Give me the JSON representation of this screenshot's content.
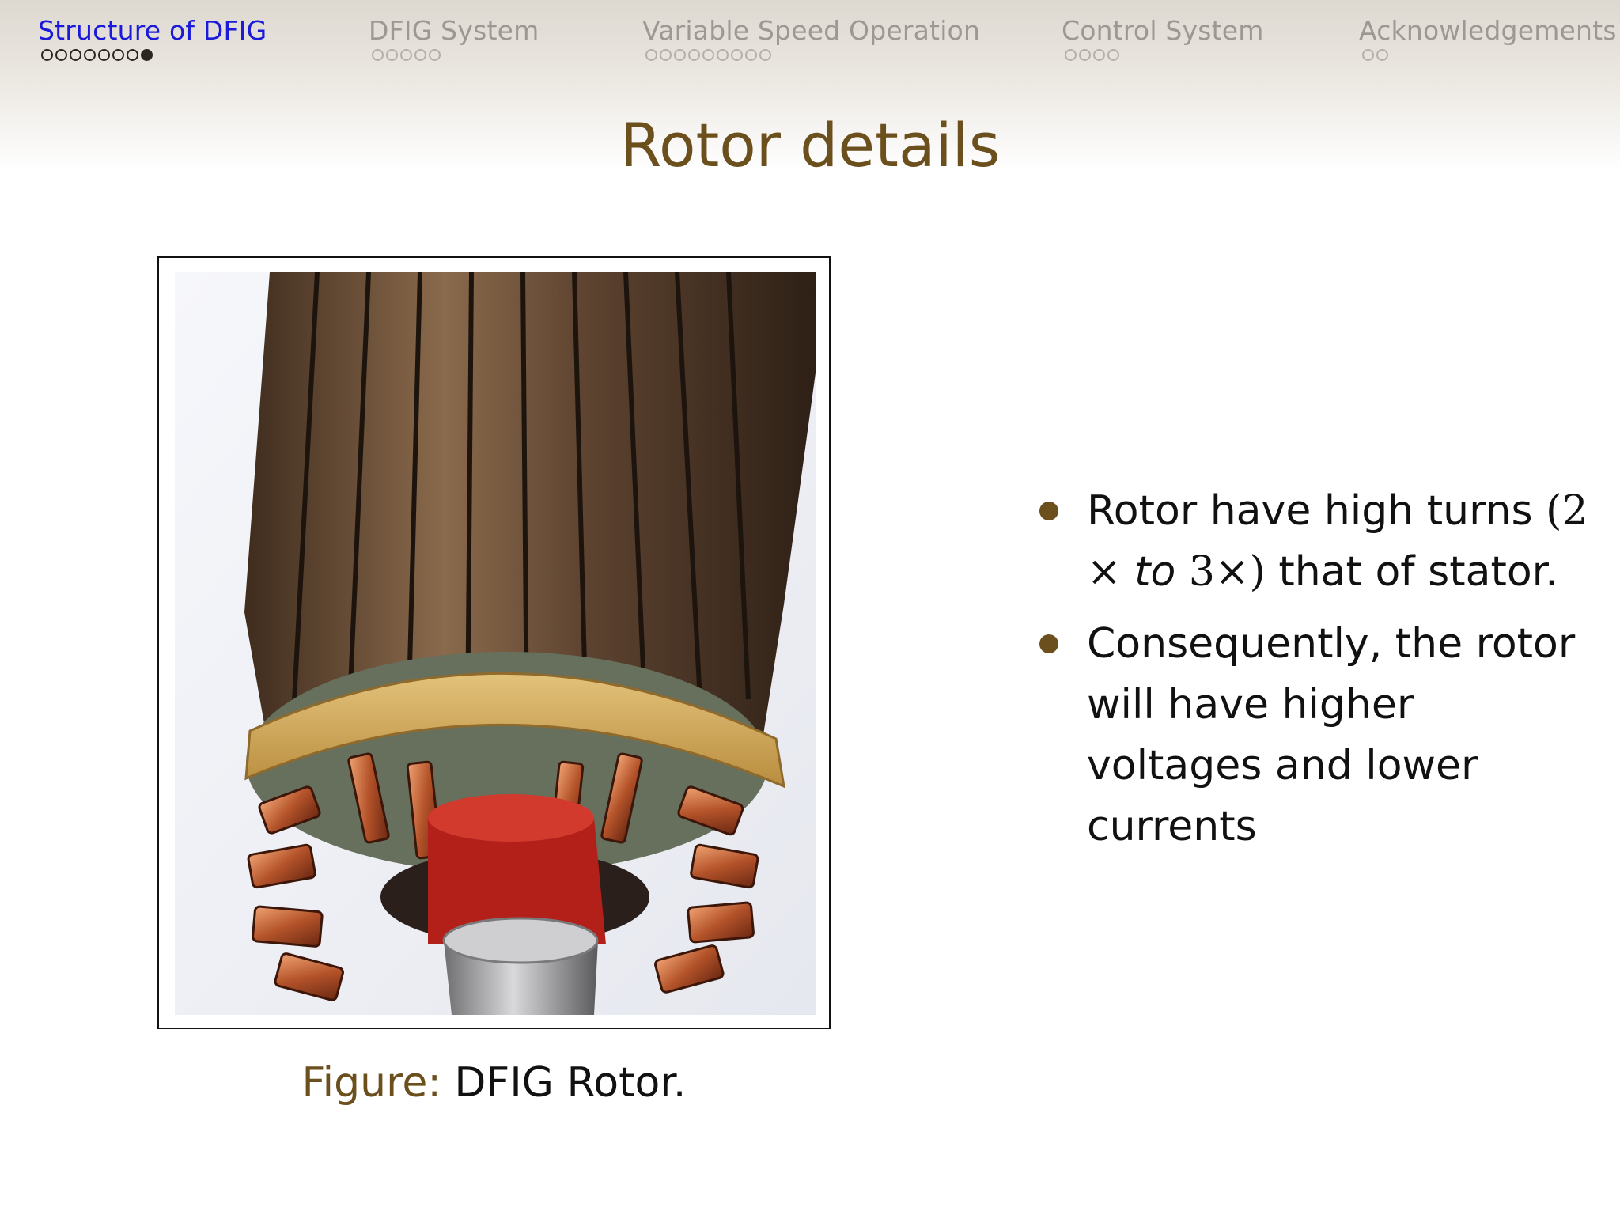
{
  "nav": [
    {
      "label": "Structure of DFIG",
      "dots": 8,
      "current": 8,
      "active": true
    },
    {
      "label": "DFIG System",
      "dots": 5,
      "current": 0,
      "active": false
    },
    {
      "label": "Variable Speed Operation",
      "dots": 9,
      "current": 0,
      "active": false
    },
    {
      "label": "Control System",
      "dots": 4,
      "current": 0,
      "active": false
    },
    {
      "label": "Acknowledgements",
      "dots": 2,
      "current": 0,
      "active": false
    }
  ],
  "slide": {
    "title": "Rotor details",
    "figure": {
      "caption_label": "Figure:",
      "caption_text": "DFIG Rotor."
    },
    "bullets": {
      "b1_line1": "Rotor have high turns",
      "b1_math_open": "(2 × ",
      "b1_math_to": "to",
      "b1_math_close": " 3×)",
      "b1_rest": " that of stator.",
      "b2": "Consequently, the rotor will have higher voltages and lower currents"
    }
  },
  "colors": {
    "structure_accent": "#6b4f1d",
    "nav_active": "#1a1ad8",
    "nav_inactive": "#9d9894"
  },
  "icons": [
    "bullet-icon",
    "rotor-photo"
  ]
}
